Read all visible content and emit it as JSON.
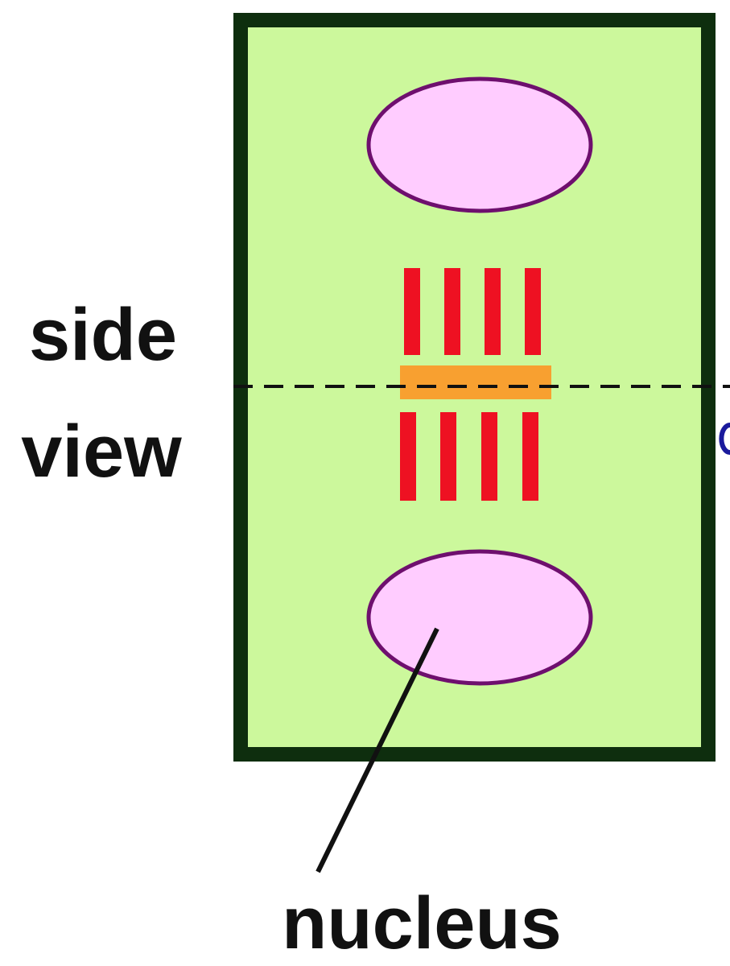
{
  "labels": {
    "side_view_line1": "side",
    "side_view_line2": "view",
    "nucleus": "nucleus"
  },
  "colors": {
    "cytoplasm": "#ccf89c",
    "cell_wall": "#0e2e0e",
    "nucleus_fill": "#ffccff",
    "nucleus_outline": "#6e0f6e",
    "chromosome": "#ee1122",
    "cell_plate": "#f8a030",
    "leader_line": "#111111",
    "division_line": "#111111"
  }
}
